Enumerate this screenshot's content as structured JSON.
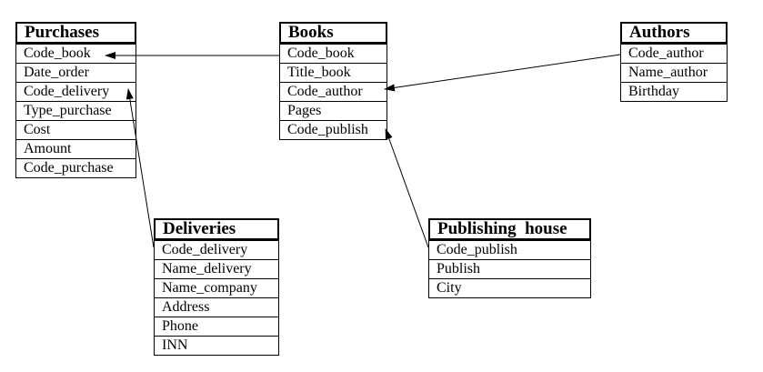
{
  "entities": {
    "purchases": {
      "title": "Purchases",
      "fields": [
        "Code_book",
        "Date_order",
        "Code_delivery",
        "Type_purchase",
        "Cost",
        "Amount",
        "Code_purchase"
      ]
    },
    "books": {
      "title": "Books",
      "fields": [
        "Code_book",
        "Title_book",
        "Code_author",
        "Pages",
        "Code_publish"
      ]
    },
    "authors": {
      "title": "Authors",
      "fields": [
        "Code_author",
        "Name_author",
        "Birthday"
      ]
    },
    "deliveries": {
      "title": "Deliveries",
      "fields": [
        "Code_delivery",
        "Name_delivery",
        "Name_company",
        "Address",
        "Phone",
        "INN"
      ]
    },
    "publishing_house": {
      "title": "Publishing  house",
      "fields": [
        "Code_publish",
        "Publish",
        "City"
      ]
    }
  }
}
